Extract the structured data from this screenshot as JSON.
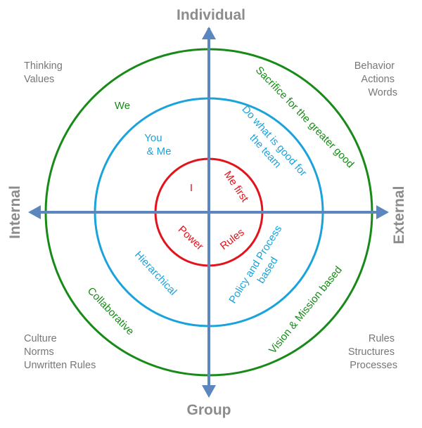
{
  "axes": {
    "top": "Individual",
    "bottom": "Group",
    "left": "Internal",
    "right": "External"
  },
  "corners": {
    "top_left": [
      "Thinking",
      "Values"
    ],
    "top_right": [
      "Behavior",
      "Actions",
      "Words"
    ],
    "bottom_left": [
      "Culture",
      "Norms",
      "Unwritten Rules"
    ],
    "bottom_right": [
      "Rules",
      "Structures",
      "Processes"
    ]
  },
  "outer_ring": {
    "top_left": "We",
    "top_right": "Sacrifice for the greater good",
    "bottom_left": "Collaborative",
    "bottom_right": "Vision & Mission based"
  },
  "middle_ring": {
    "top_left": [
      "You",
      "& Me"
    ],
    "top_right": [
      "Do what is good for",
      "the team"
    ],
    "bottom_left": "Hierarchical",
    "bottom_right": [
      "Policy and Process",
      "based"
    ]
  },
  "inner_ring": {
    "top_left": "I",
    "top_right": "Me first",
    "bottom_left": "Power",
    "bottom_right": "Rules"
  },
  "colors": {
    "axis": "#5b86bf",
    "outer_circle": "#178a17",
    "middle_circle": "#1aa3db",
    "inner_circle": "#e3121b",
    "axis_title": "#8c8c8c",
    "corner_text": "#777777"
  }
}
